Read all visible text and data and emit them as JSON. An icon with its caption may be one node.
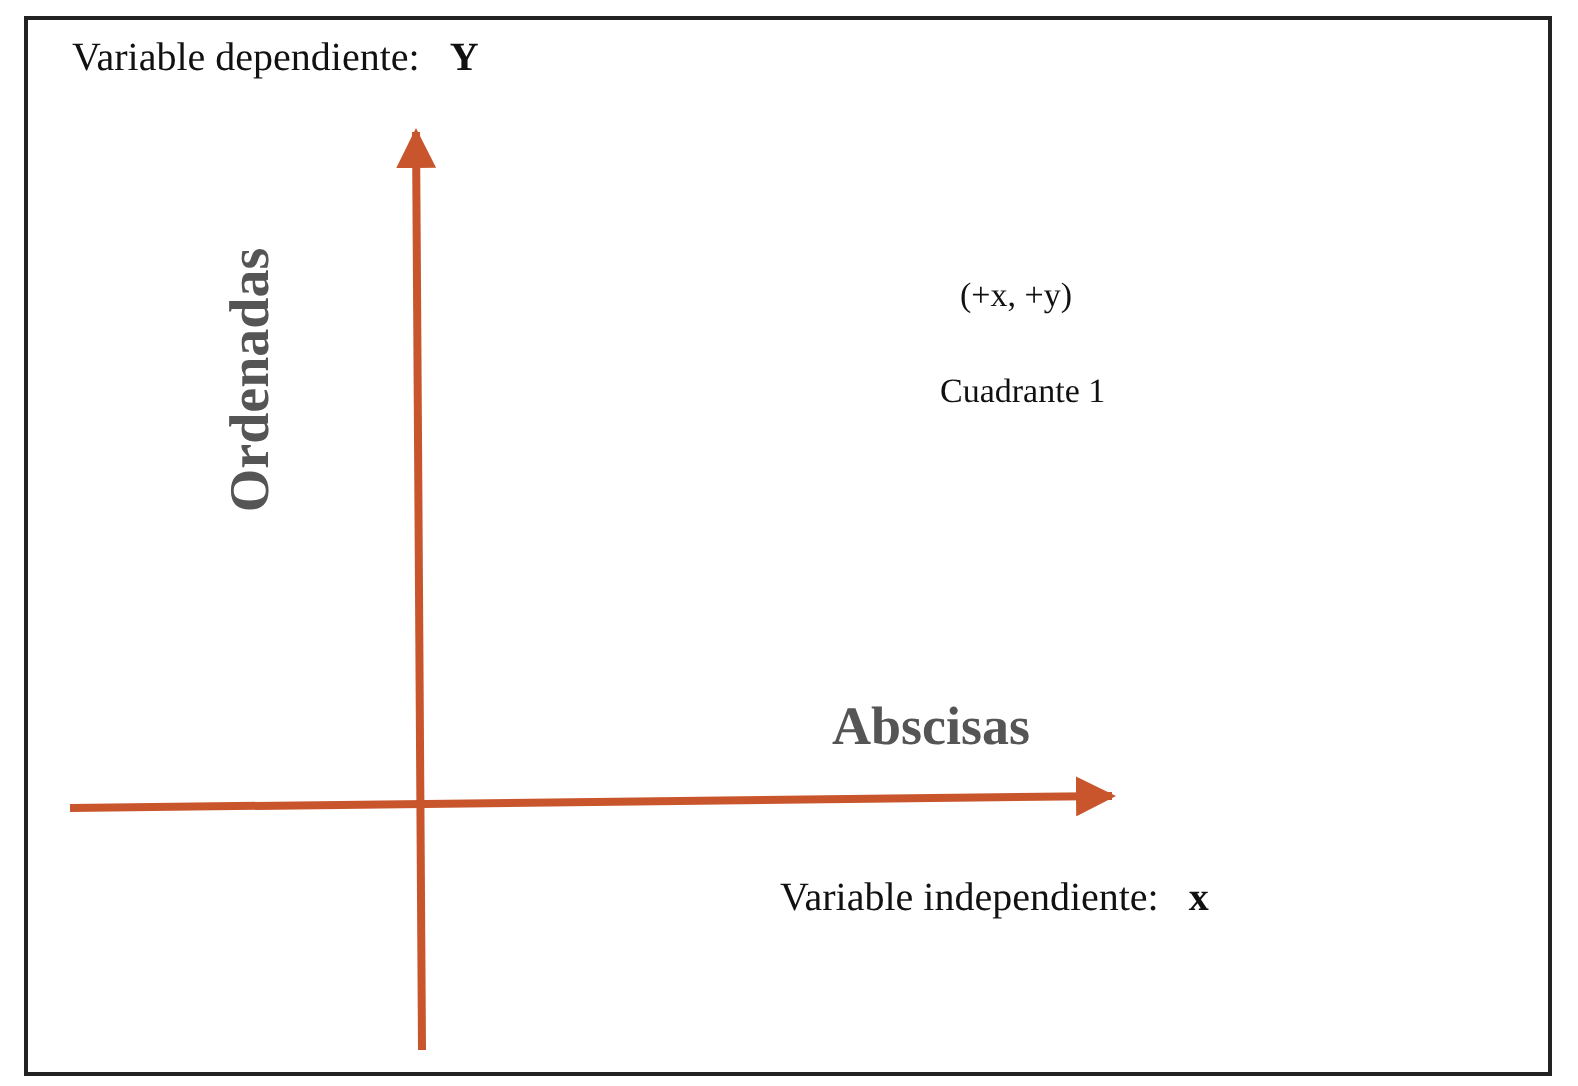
{
  "diagram": {
    "labels": [
      "Variable dependiente:   **Y**",
      "Ordenadas",
      "(+x, +y)",
      "Cuadrante 1",
      "Abscisas",
      "Variable independiente:   **x**"
    ]
  }
}
